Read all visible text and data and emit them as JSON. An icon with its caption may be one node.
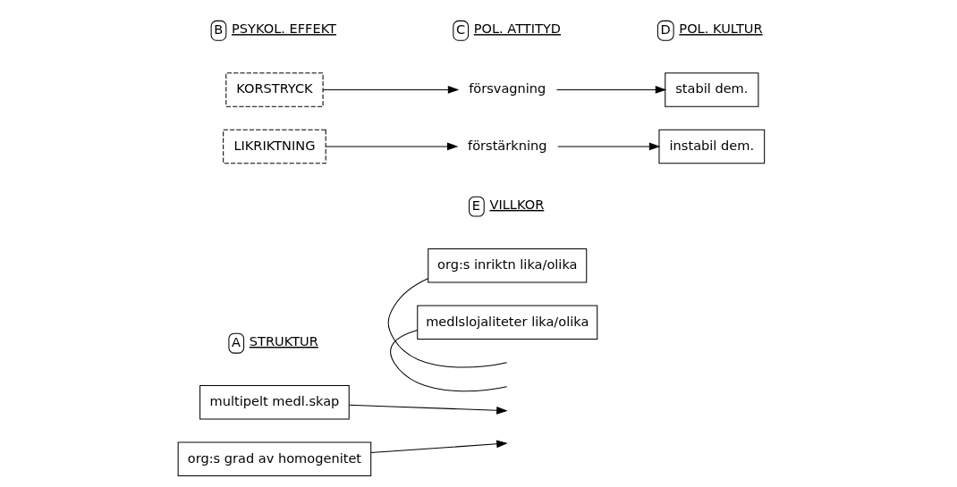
{
  "diagram": {
    "nodes": [
      {
        "text": [
          "org:s inriktn lika/olika"
        ]
      },
      {
        "text": [
          "medlslojaliteter lika/olika"
        ]
      },
      {
        "text": [
          "multipelt medl.skap"
        ]
      },
      {
        "text": [
          "org:s grad av homogenitet"
        ]
      },
      {
        "text": [
          "KORSTRYCK"
        ]
      },
      {
        "text": [
          "LIKRIKTNING"
        ]
      },
      {
        "text": [
          "försvagning"
        ]
      },
      {
        "text": [
          "förstärkning"
        ]
      },
      {
        "text": [
          "stabil dem."
        ]
      },
      {
        "text": [
          "instabil dem."
        ]
      }
    ],
    "edges": [
      {
        "from": 0,
        "to": null,
        "arrow": "none"
      },
      {
        "from": 1,
        "to": null,
        "arrow": "none"
      },
      {
        "from": 2,
        "to": null,
        "arrow": "to"
      },
      {
        "from": 3,
        "to": null,
        "arrow": "to"
      },
      {
        "from": 4,
        "to": 6,
        "arrow": "to"
      },
      {
        "from": 6,
        "to": 8,
        "arrow": "to"
      },
      {
        "from": 5,
        "to": 7,
        "arrow": "to"
      },
      {
        "from": 7,
        "to": 9,
        "arrow": "to"
      }
    ],
    "labels": [
      "E",
      "VILLKOR",
      "A",
      "STRUKTUR",
      "B",
      "PSYKOL. EFFEKT",
      "C",
      "POL. ATTITYD",
      "D",
      "POL. KULTUR"
    ]
  }
}
